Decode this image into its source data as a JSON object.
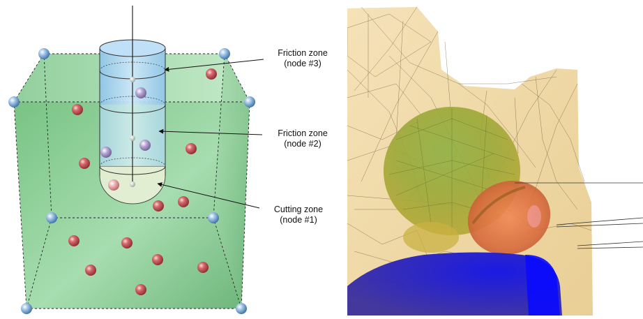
{
  "left_figure": {
    "zones": [
      {
        "line1": "Friction zone",
        "line2": "(node #3)"
      },
      {
        "line1": "Friction zone",
        "line2": "(node #2)"
      },
      {
        "line1": "Cutting zone",
        "line2": "(node #1)"
      }
    ]
  },
  "colors": {
    "cube_green": "#8fd49a",
    "corner_node_blue": "#7aa9d8",
    "interior_node_red": "#c9575c",
    "tool_blue": "#a8d4f5",
    "tip_beige": "#e4eed2",
    "tissue_beige": "#f2dcae",
    "organ_green_yellow": "#8fa83a",
    "organ_orange": "#e07a4a",
    "organ_blue": "#2a2ac8"
  },
  "icons": {
    "corner_nodes": "sphere",
    "interior_nodes": "sphere"
  }
}
